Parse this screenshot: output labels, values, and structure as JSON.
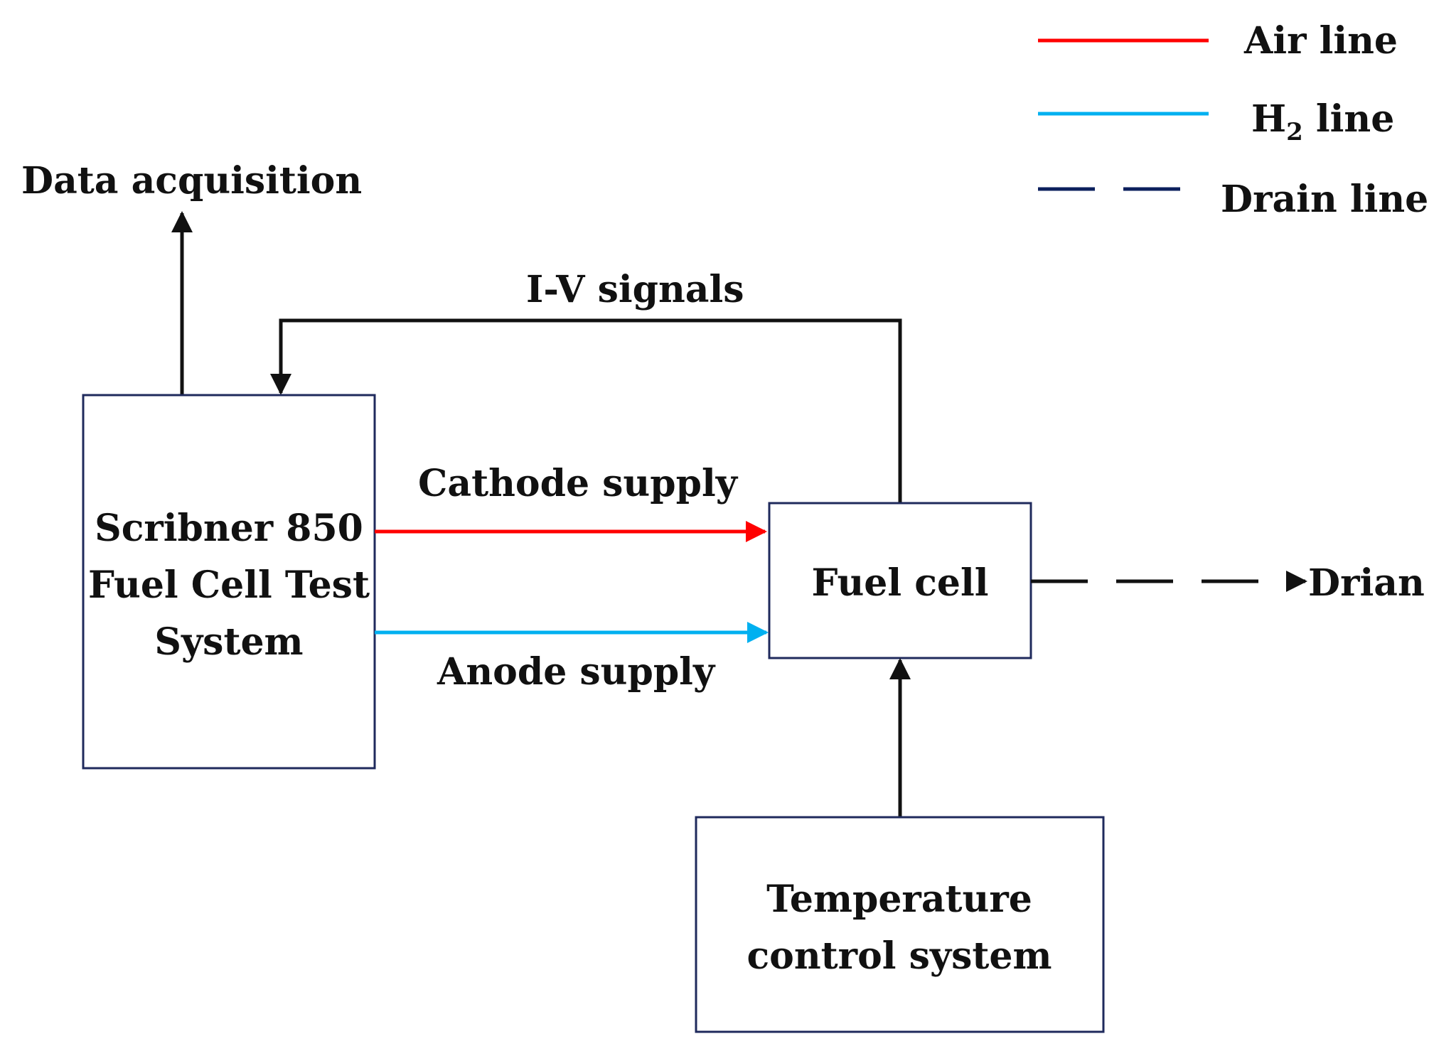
{
  "colors": {
    "air": "#ff0000",
    "h2": "#00b0f0",
    "drain_legend": "#0b1f5c",
    "signal": "#111111",
    "box_border": "#1f2a5c"
  },
  "legend": {
    "air": "Air line",
    "h2_main": "H",
    "h2_sub": "2",
    "h2_rest": " line",
    "drain": "Drain line"
  },
  "labels": {
    "data_acquisition": "Data acquisition",
    "iv_signals": "I-V signals",
    "cathode_supply": "Cathode supply",
    "anode_supply": "Anode supply",
    "drain_out": "Drian"
  },
  "boxes": {
    "scribner": [
      "Scribner 850",
      "Fuel Cell Test",
      "System"
    ],
    "fuel_cell": "Fuel cell",
    "temperature": [
      "Temperature",
      "control system"
    ]
  }
}
